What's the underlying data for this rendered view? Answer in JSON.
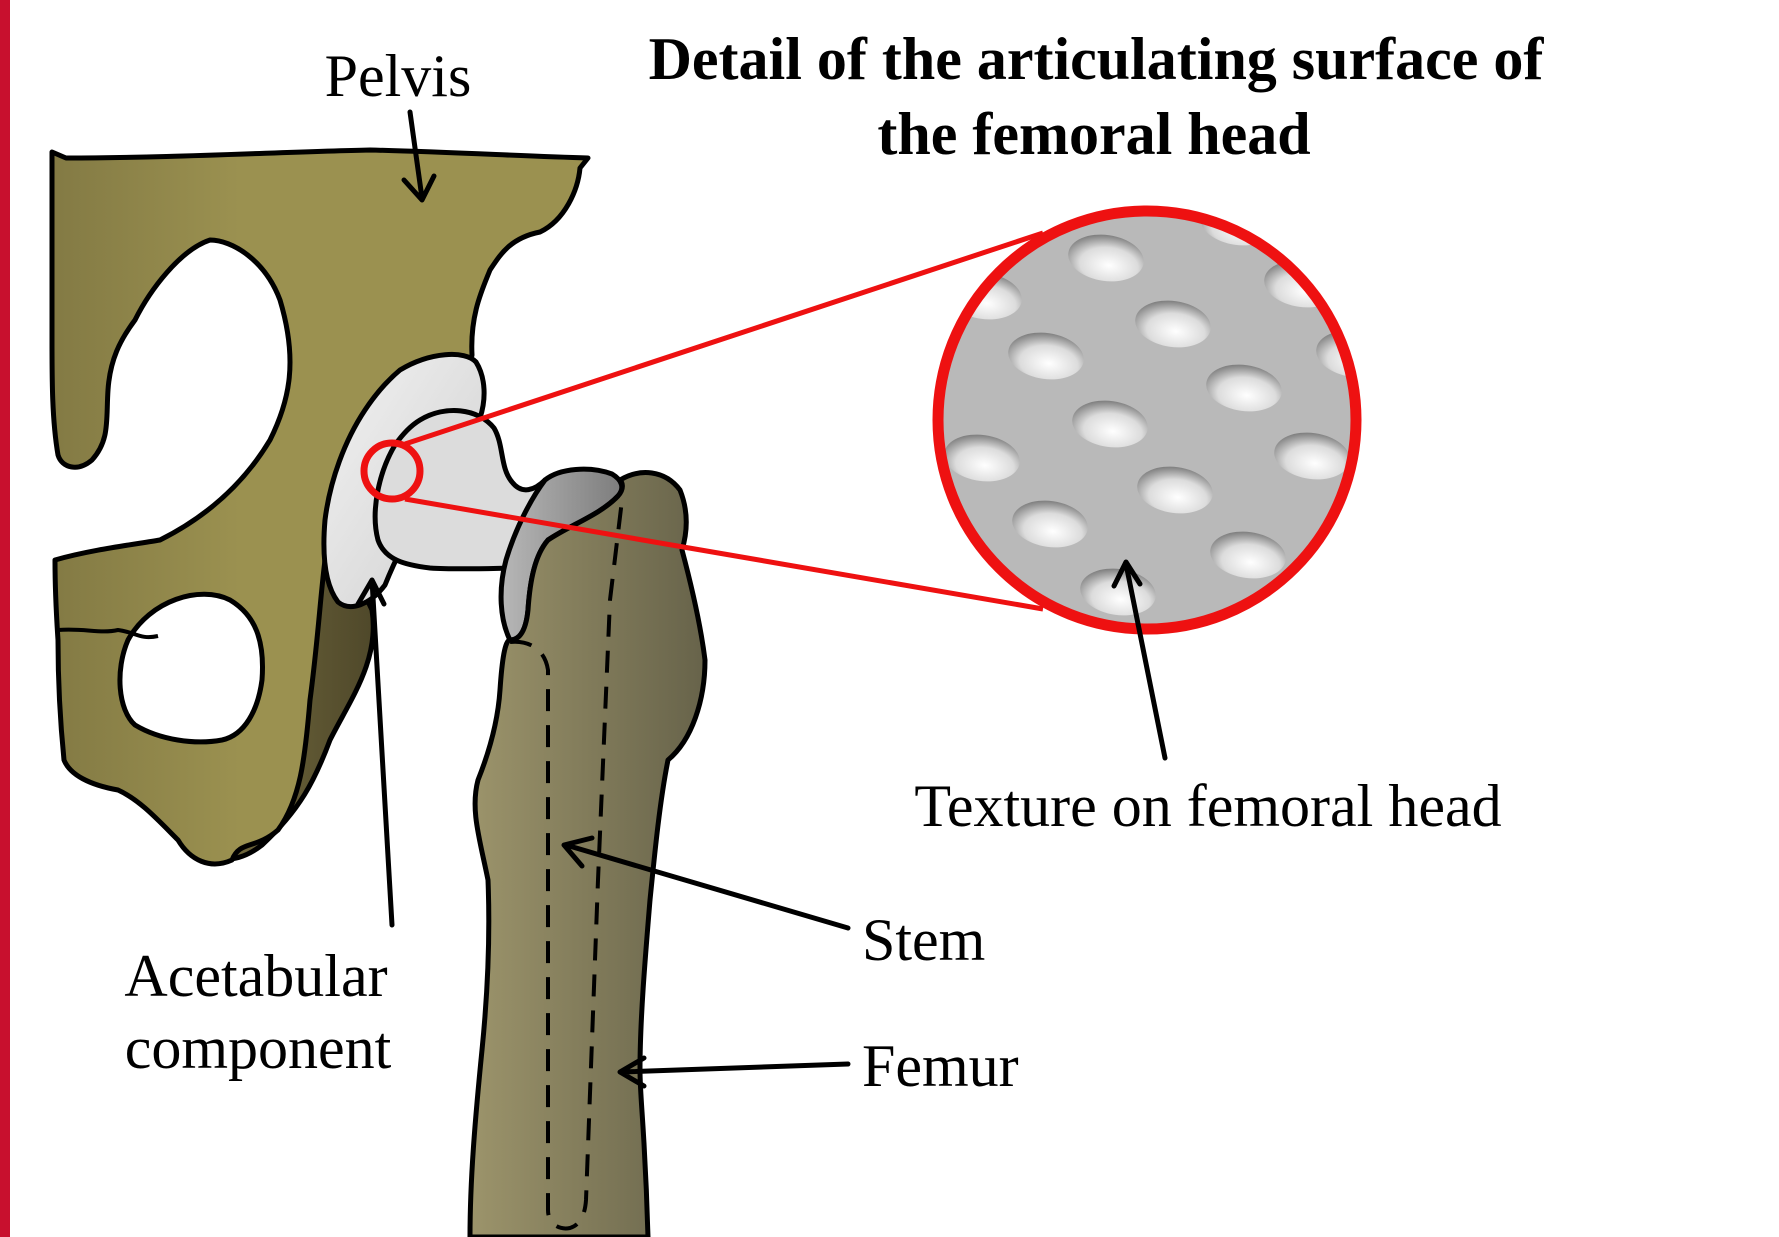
{
  "title": {
    "line1": "Detail of the articulating surface of",
    "line2": "the femoral head"
  },
  "labels": {
    "pelvis": "Pelvis",
    "acetabular_line1": "Acetabular",
    "acetabular_line2": "component",
    "stem": "Stem",
    "femur": "Femur",
    "texture": "Texture on femoral head"
  },
  "colors": {
    "pelvis_light": "#9b9150",
    "pelvis_dark": "#5d5530",
    "femur_light": "#9a926a",
    "femur_dark": "#6e6a4e",
    "implant_light": "#e3e3e3",
    "implant_mid": "#c9c9c9",
    "implant_dark": "#8c8c8c",
    "texture_bg": "#b9b9b9",
    "highlight_red": "#ee1111",
    "edge_red": "#c8102e"
  }
}
